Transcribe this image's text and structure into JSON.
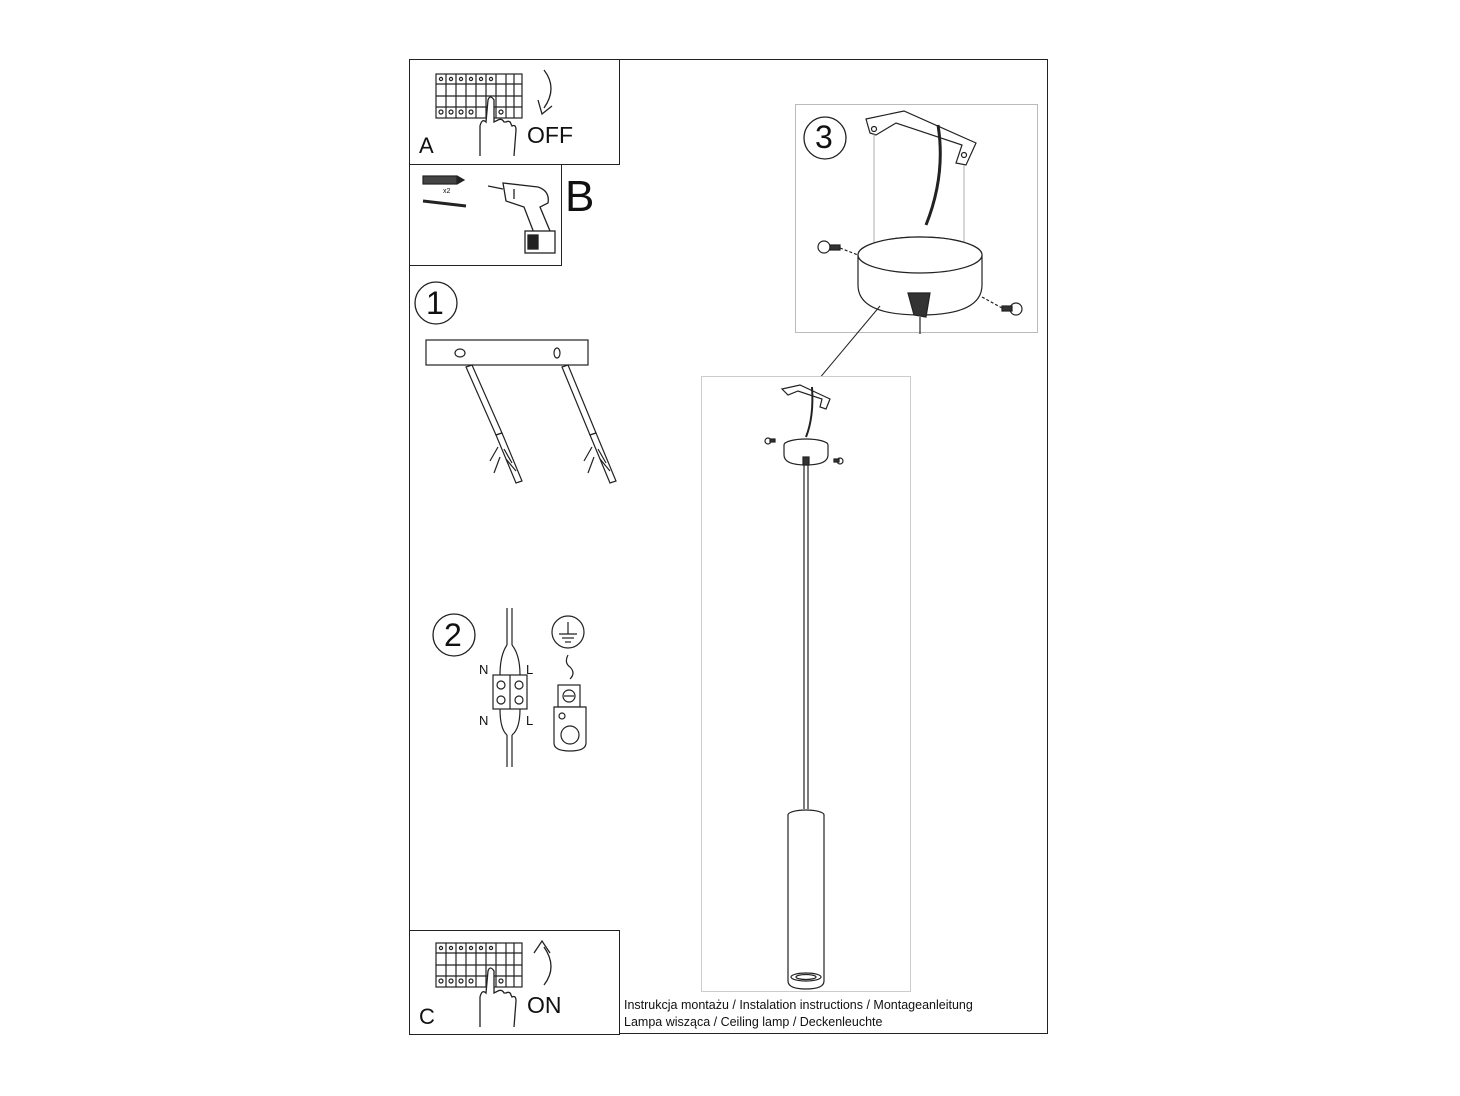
{
  "step_a": {
    "letter": "A",
    "state": "OFF"
  },
  "step_b": {
    "letter": "B",
    "qty": "x2"
  },
  "step_1": {
    "number": "1"
  },
  "step_2": {
    "number": "2",
    "terminal_labels": [
      "N",
      "L",
      "N",
      "L"
    ]
  },
  "step_3": {
    "number": "3"
  },
  "step_c": {
    "letter": "C",
    "state": "ON"
  },
  "footer": {
    "line1": "Instrukcja montażu / Instalation instructions / Montageanleitung",
    "line2": "Lampa wisząca / Ceiling lamp / Deckenleuchte"
  },
  "icons": [
    "breaker-panel-icon",
    "hand-icon",
    "arrow-icon",
    "wall-plug-icon",
    "screw-icon",
    "drill-icon",
    "earth-ground-icon",
    "terminal-block-icon"
  ]
}
